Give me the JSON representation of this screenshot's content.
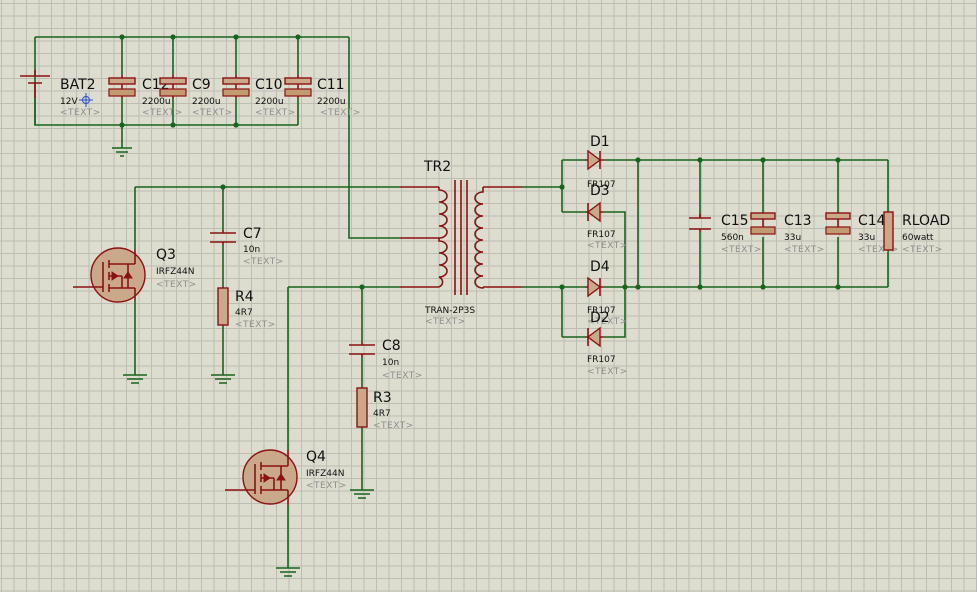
{
  "placeholder": "<TEXT>",
  "components": {
    "bat2": {
      "ref": "BAT2",
      "value": "12V"
    },
    "c12": {
      "ref": "C12",
      "value": "2200u"
    },
    "c9": {
      "ref": "C9",
      "value": "2200u"
    },
    "c10": {
      "ref": "C10",
      "value": "2200u"
    },
    "c11": {
      "ref": "C11",
      "value": "2200u"
    },
    "tr2": {
      "ref": "TR2",
      "value": "TRAN-2P3S"
    },
    "q3": {
      "ref": "Q3",
      "value": "IRFZ44N"
    },
    "q4": {
      "ref": "Q4",
      "value": "IRFZ44N"
    },
    "c7": {
      "ref": "C7",
      "value": "10n"
    },
    "r4": {
      "ref": "R4",
      "value": "4R7"
    },
    "c8": {
      "ref": "C8",
      "value": "10n"
    },
    "r3": {
      "ref": "R3",
      "value": "4R7"
    },
    "d1": {
      "ref": "D1",
      "value": "FR107"
    },
    "d3": {
      "ref": "D3",
      "value": "FR107"
    },
    "d4": {
      "ref": "D4",
      "value": "FR107"
    },
    "d2": {
      "ref": "D2",
      "value": "FR107"
    },
    "c15": {
      "ref": "C15",
      "value": "560n"
    },
    "c13": {
      "ref": "C13",
      "value": "33u"
    },
    "c14": {
      "ref": "C14",
      "value": "33u"
    },
    "rload": {
      "ref": "RLOAD",
      "value": "60watt"
    }
  },
  "colors": {
    "wire": "#17641d",
    "component": "#8b1212",
    "grid": "#bdbdb2",
    "sheet": "#dcdccf"
  }
}
